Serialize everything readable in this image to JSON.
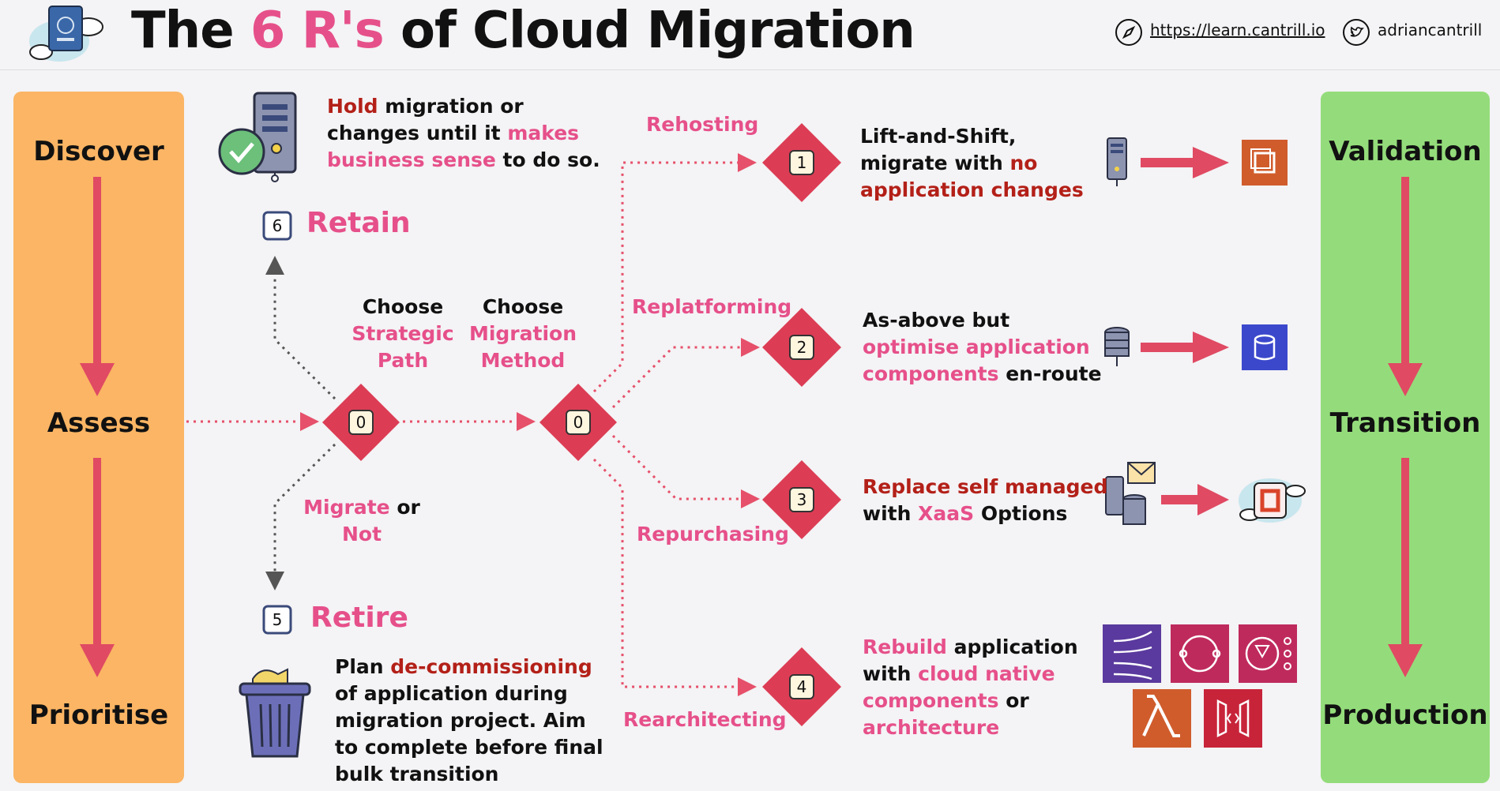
{
  "header": {
    "title_pre": "The ",
    "title_highlight": "6 R's",
    "title_post": " of Cloud Migration",
    "website": "https://learn.cantrill.io",
    "twitter": "adriancantrill"
  },
  "left_phases": [
    "Discover",
    "Assess",
    "Prioritise"
  ],
  "right_phases": [
    "Validation",
    "Transition",
    "Production"
  ],
  "decisions": {
    "strategic_choose": "Choose",
    "strategic_label_1": "Strategic",
    "strategic_label_2": "Path",
    "method_choose": "Choose",
    "method_label_1": "Migration",
    "method_label_2": "Method",
    "node_value": "0",
    "migrate_part1": "Migrate",
    "migrate_part2": " or",
    "migrate_part3": "Not"
  },
  "retain": {
    "number": "6",
    "name": "Retain",
    "desc_l1_a": "Hold",
    "desc_l1_b": " migration or",
    "desc_l2_a": "changes until it ",
    "desc_l2_b": "makes",
    "desc_l3_a": "business sense",
    "desc_l3_b": " to do so."
  },
  "retire": {
    "number": "5",
    "name": "Retire",
    "desc_l1_a": "Plan ",
    "desc_l1_b": "de-commissioning",
    "desc_l2": "of application during",
    "desc_l3": "migration project. Aim",
    "desc_l4": "to complete before final",
    "desc_l5": "bulk transition"
  },
  "methods": [
    {
      "number": "1",
      "label": "Rehosting",
      "l1": "Lift-and-Shift,",
      "l2_a": "migrate with ",
      "l2_b": "no",
      "l3": "application changes"
    },
    {
      "number": "2",
      "label": "Replatforming",
      "l1": "As-above but",
      "l2": "optimise application",
      "l3_a": "components",
      "l3_b": " en-route"
    },
    {
      "number": "3",
      "label": "Repurchasing",
      "l1": "Replace self managed",
      "l2_a": "with ",
      "l2_b": "XaaS",
      "l2_c": " Options"
    },
    {
      "number": "4",
      "label": "Rearchitecting",
      "l1_a": "Rebuild",
      "l1_b": " application",
      "l2_a": "with ",
      "l2_b": "cloud native",
      "l3_a": "components",
      "l3_b": " or",
      "l4": "architecture"
    }
  ],
  "colors": {
    "accent_pink": "#e6508a",
    "accent_red": "#b32018",
    "diamond": "#dc3d55",
    "discover_panel": "#fbb564",
    "validation_panel": "#94dc7b",
    "aws_orange": "#d05c2c",
    "aws_blue": "#3b48cc",
    "aws_purple": "#5a3a9e",
    "aws_magenta": "#bf2a5d",
    "aws_red": "#c7243a"
  }
}
